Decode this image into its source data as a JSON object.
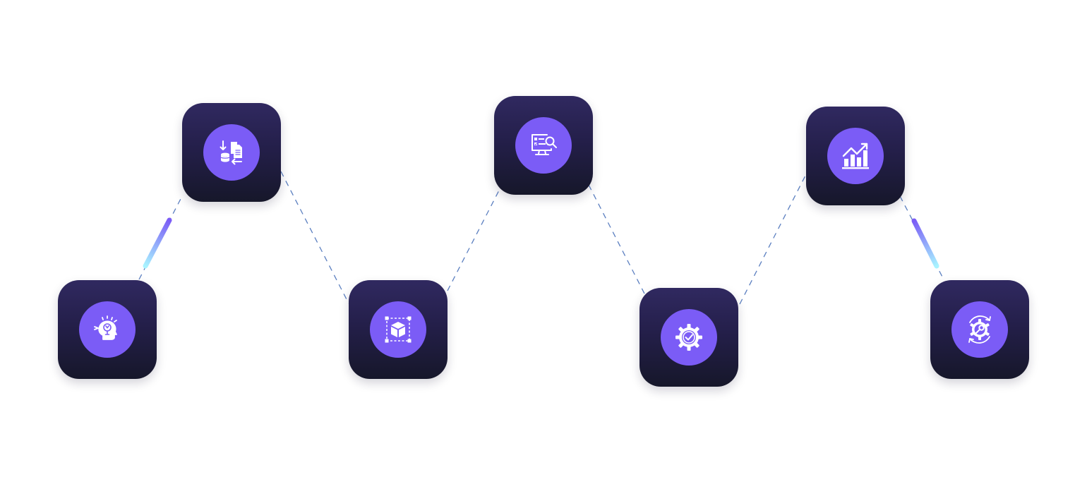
{
  "colors": {
    "background": "#ffffff",
    "node_gradient_top": "#302960",
    "node_gradient_bottom": "#16172a",
    "node_circle": "#7b5cf6",
    "dashed_line": "#5b7fc0",
    "accent_gradient_start": "#7b5cf6",
    "accent_gradient_end": "#a8f3ff",
    "icon": "#ffffff"
  },
  "nodes": [
    {
      "icon": "lightbulb-head-icon"
    },
    {
      "icon": "data-migration-icon"
    },
    {
      "icon": "box-prototype-icon"
    },
    {
      "icon": "monitor-search-icon"
    },
    {
      "icon": "gear-check-icon"
    },
    {
      "icon": "growth-chart-icon"
    },
    {
      "icon": "gear-wrench-maintenance-icon"
    }
  ],
  "connectors": [
    {
      "from": 1,
      "to": 2,
      "style": "dashed",
      "accent": true
    },
    {
      "from": 2,
      "to": 3,
      "style": "dashed",
      "accent": false
    },
    {
      "from": 3,
      "to": 4,
      "style": "dashed",
      "accent": false
    },
    {
      "from": 4,
      "to": 5,
      "style": "dashed",
      "accent": false
    },
    {
      "from": 5,
      "to": 6,
      "style": "dashed",
      "accent": false
    },
    {
      "from": 6,
      "to": 7,
      "style": "dashed",
      "accent": true
    }
  ]
}
